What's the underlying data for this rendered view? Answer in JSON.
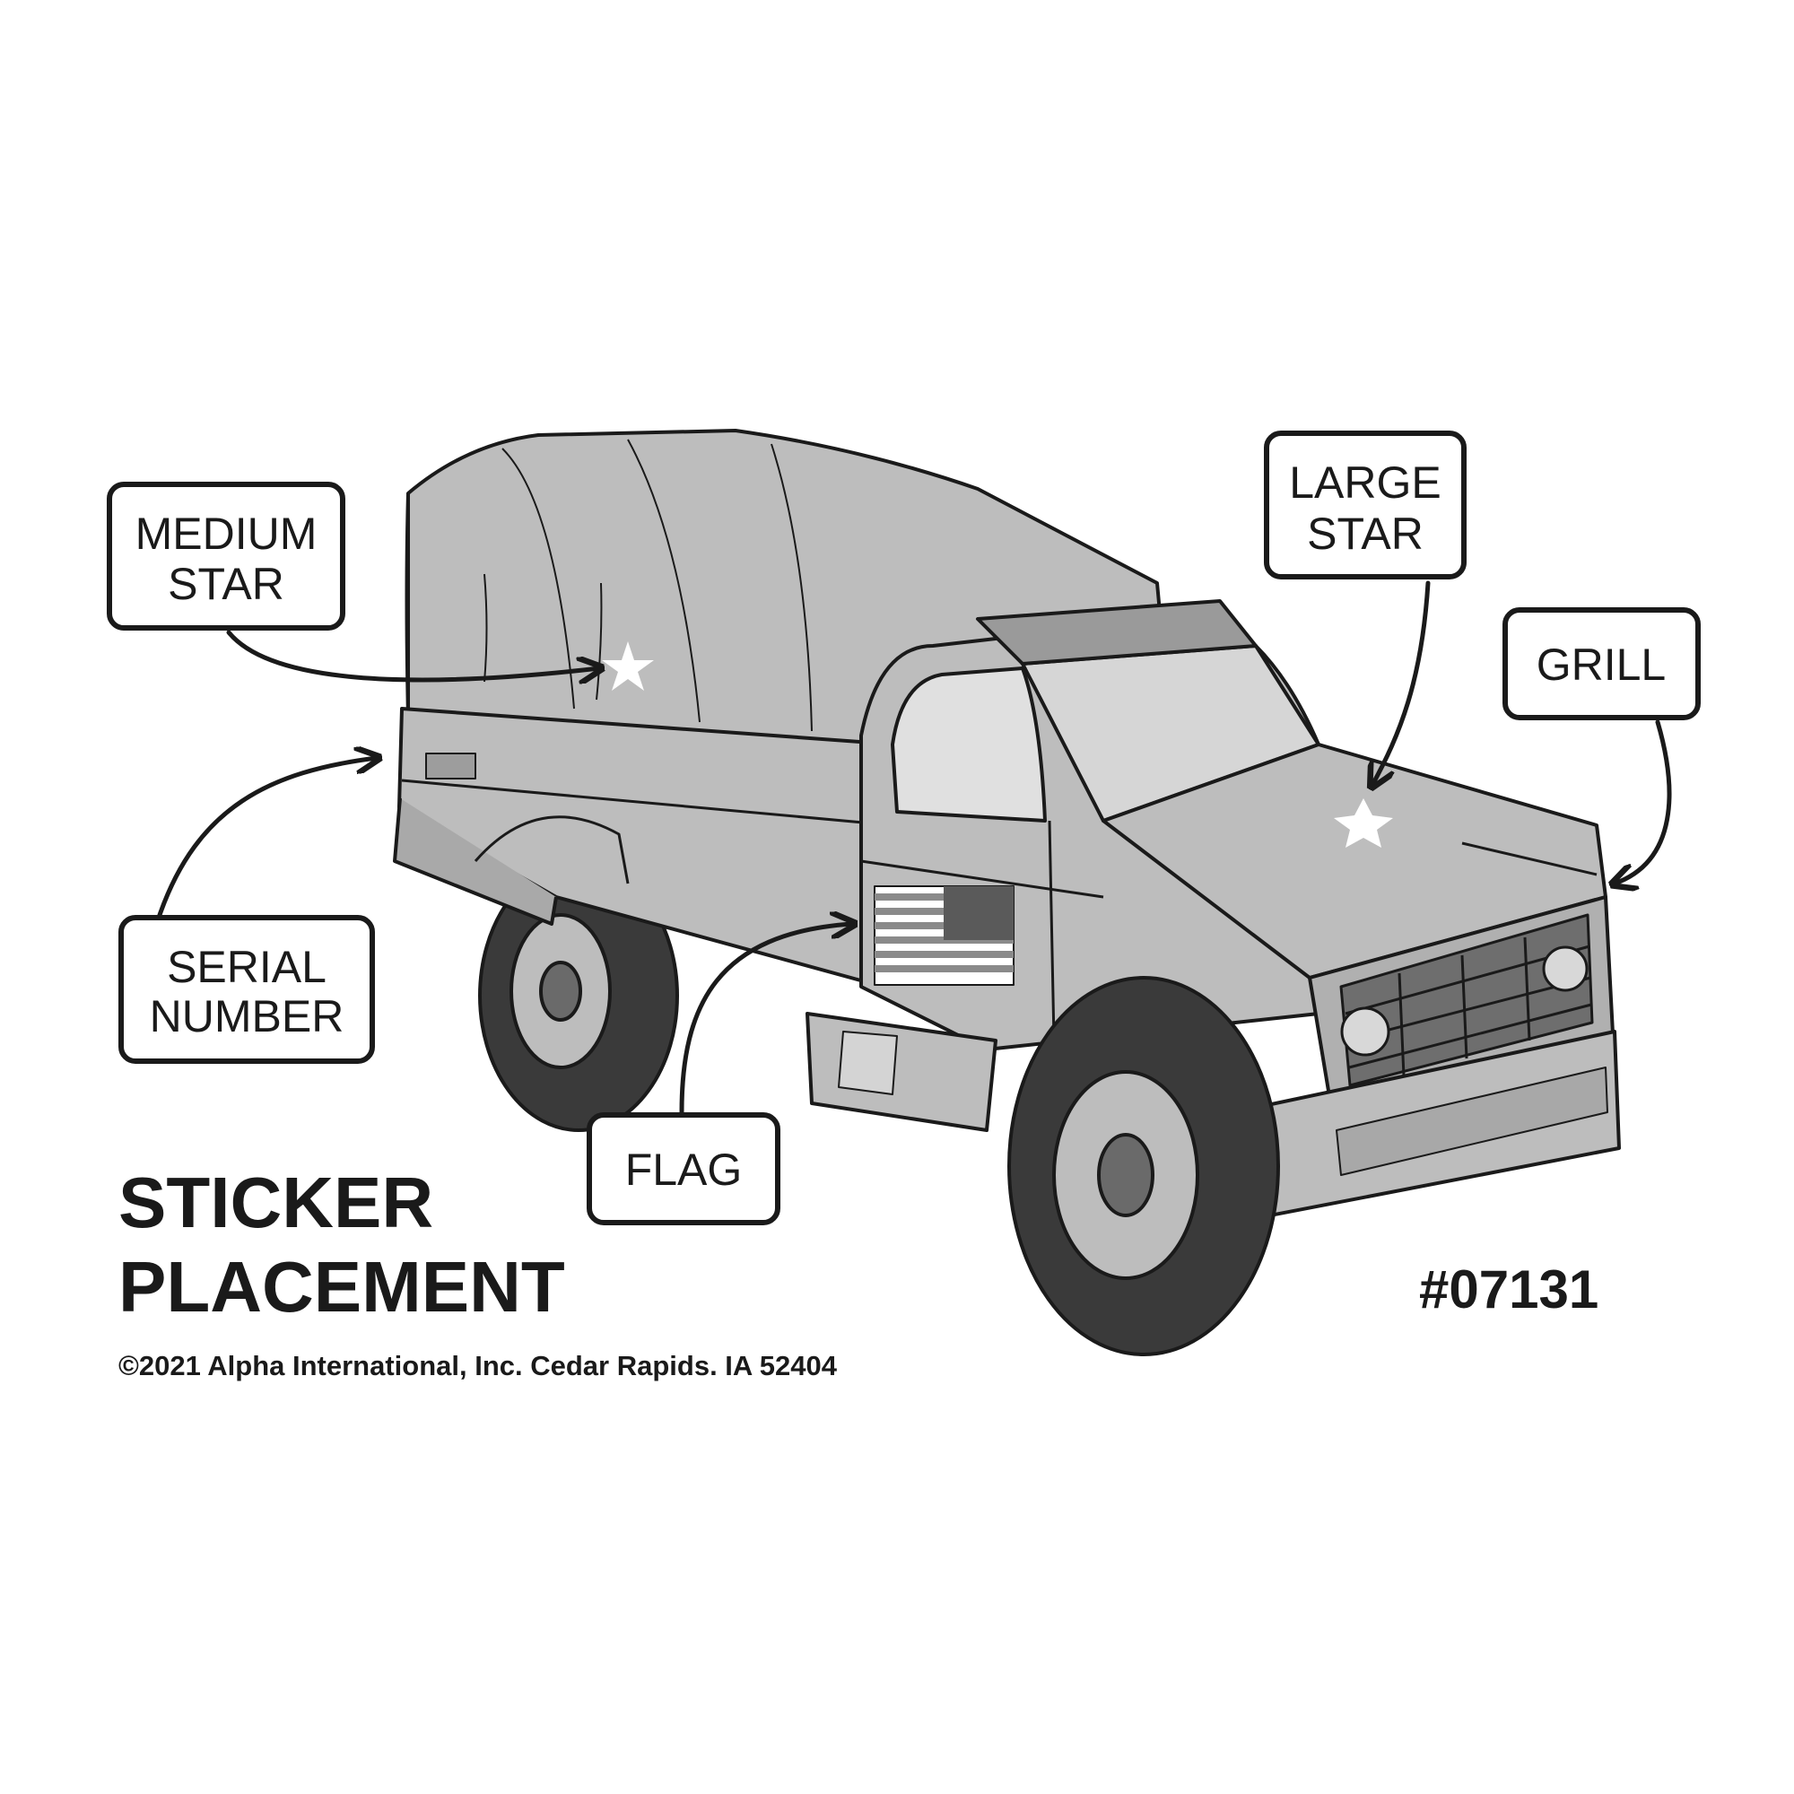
{
  "title": {
    "line1": "STICKER",
    "line2": "PLACEMENT"
  },
  "part_number": "#07131",
  "copyright": "©2021 Alpha International, Inc. Cedar Rapids. IA 52404",
  "callouts": {
    "medium_star": {
      "line1": "MEDIUM",
      "line2": "STAR"
    },
    "large_star": {
      "line1": "LARGE",
      "line2": "STAR"
    },
    "grill": {
      "line1": "GRILL"
    },
    "serial_number": {
      "line1": "SERIAL",
      "line2": "NUMBER"
    },
    "flag": {
      "line1": "FLAG"
    }
  },
  "colors": {
    "body": "#bdbdbd",
    "ink": "#1a1a1a",
    "tire": "#3a3a3a",
    "background": "#ffffff"
  }
}
